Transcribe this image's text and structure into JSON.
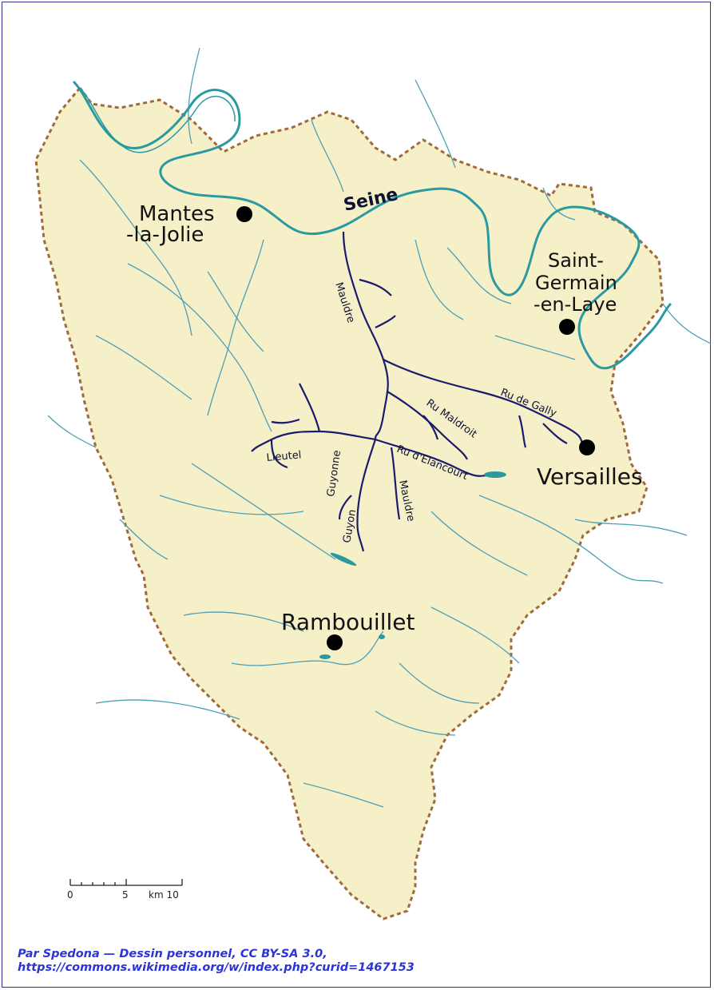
{
  "map": {
    "colors": {
      "land": "#f5f0c8",
      "border": "#a06a3a",
      "seine": "#2a9aa0",
      "streams": "#4d9fb8",
      "mauldre_basin": "#1a1a6e",
      "city_marker": "#000000"
    },
    "cities": [
      {
        "id": "mantes",
        "lines": [
          "Mantes",
          "-la-Jolie"
        ]
      },
      {
        "id": "saint-germain",
        "lines": [
          "Saint-",
          "Germain",
          "-en-Laye"
        ]
      },
      {
        "id": "versailles",
        "lines": [
          "Versailles"
        ]
      },
      {
        "id": "rambouillet",
        "lines": [
          "Rambouillet"
        ]
      }
    ],
    "rivers": {
      "seine": "Seine",
      "mauldre_north": "Mauldre",
      "ru_de_gally": "Ru de Gally",
      "ru_maldroit": "Ru Maldroit",
      "ru_elancourt": "Ru d'Elancourt",
      "lieutel": "Lieutel",
      "guyonne": "Guyonne",
      "guyon": "Guyon",
      "mauldre_south": "Mauldre"
    },
    "scale": {
      "ticks": [
        "0",
        "5",
        "km 10"
      ]
    }
  },
  "credit": {
    "line1": "Par Spedona — Dessin personnel, CC BY-SA 3.0,",
    "line2": "https://commons.wikimedia.org/w/index.php?curid=1467153"
  }
}
